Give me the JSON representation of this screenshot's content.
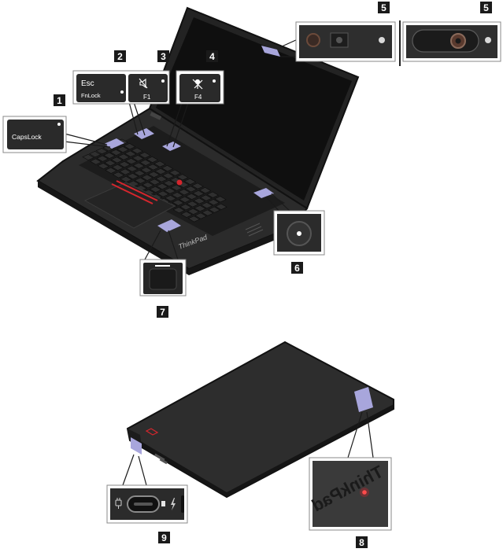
{
  "colors": {
    "laptop_body": "#2b2b2b",
    "laptop_dark": "#161616",
    "screen": "#0f0f0f",
    "key": "#2a2a2a",
    "highlight": "#a8a6dc",
    "callout_box": "#1a1a1a",
    "callout_text": "#ffffff",
    "trackpoint_red": "#d5262d",
    "inset_bg": "#3a3a3a",
    "leader_line": "#1a1a1a"
  },
  "keys": {
    "capslock": "CapsLock",
    "esc": "Esc",
    "fnlock": "FnLock",
    "f1": "F1",
    "f4": "F4"
  },
  "brand": {
    "keyboard_logo": "ThinkPad",
    "lid_logo": "ThinkPad"
  },
  "callouts": [
    {
      "id": "c1",
      "number": "1"
    },
    {
      "id": "c2",
      "number": "2"
    },
    {
      "id": "c3",
      "number": "3"
    },
    {
      "id": "c4",
      "number": "4"
    },
    {
      "id": "c5a",
      "number": "5"
    },
    {
      "id": "c5b",
      "number": "5"
    },
    {
      "id": "c6",
      "number": "6"
    },
    {
      "id": "c7",
      "number": "7"
    },
    {
      "id": "c8",
      "number": "8"
    },
    {
      "id": "c9",
      "number": "9"
    }
  ],
  "icons": {
    "mute_speaker": "speaker-mute-icon",
    "mute_mic": "microphone-mute-icon",
    "power": "power-button-icon",
    "fingerprint": "fingerprint-reader-icon",
    "usbc_power": "power-plug-icon",
    "thunderbolt": "thunderbolt-icon",
    "camera": "camera-icon",
    "thinkshutter": "thinkshutter-icon",
    "status_led": "status-led-icon"
  }
}
